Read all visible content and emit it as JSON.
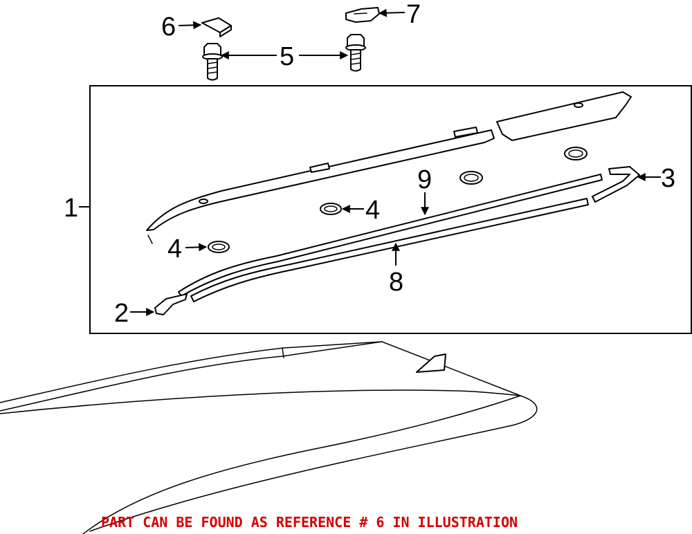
{
  "callouts": {
    "c1": "1",
    "c2": "2",
    "c3": "3",
    "c4a": "4",
    "c4b": "4",
    "c5": "5",
    "c6": "6",
    "c7": "7",
    "c8": "8",
    "c9": "9"
  },
  "notice": {
    "text": "PART CAN BE FOUND AS REFERENCE # 6 IN ILLUSTRATION",
    "color": "#d40000"
  }
}
